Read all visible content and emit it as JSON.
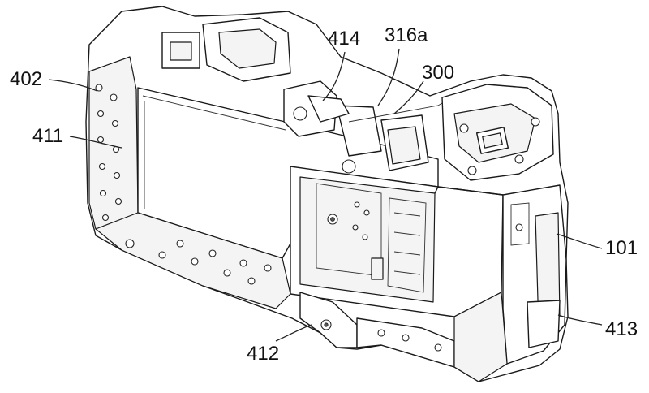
{
  "figure": {
    "reference_numerals": {
      "frame_left": "402",
      "display_panel": "411",
      "top_component": "414",
      "top_edge_member": "316a",
      "top_module": "300",
      "camera_body": "101",
      "bottom_bracket": "412",
      "rear_panel": "413"
    }
  }
}
